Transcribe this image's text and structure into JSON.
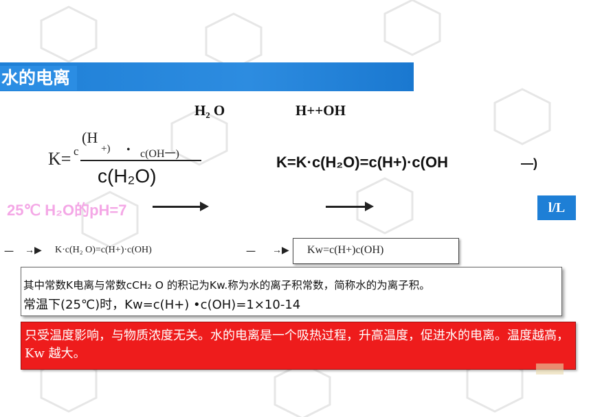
{
  "header": {
    "title": "水的电离"
  },
  "equation_top": {
    "left": "H₂  O",
    "right": "H++OH"
  },
  "k_fraction": {
    "k_prefix": "K=",
    "num_h": "(H",
    "num_c": "c",
    "num_plus": "+)",
    "num_dot": "•",
    "num_coh": "c(OH一)",
    "denominator": "c(H₂O)"
  },
  "k_expanded": {
    "main": "K=K·c(H₂O)=c(H+)·c(OH",
    "tail": "—)"
  },
  "ghost": {
    "ph_text": "25℃ H₂O的pH=7",
    "unit_text": "l/L"
  },
  "row": {
    "left_marker": "一",
    "left_text": "K·c(H₂  O)=c(H+)·c(OH)",
    "right_marker": "一",
    "kw_text": "Kw=c(H+)c(OH)"
  },
  "definition": {
    "line1": "其中常数K电离与常数cCH₂  O 的积记为Kw.称为水的离子积常数，简称水的为离子积。",
    "line2": "常温下(25℃)时，Kw=c(H+) •c(OH)=1×10-14"
  },
  "note": {
    "text": "只受温度影响，与物质浓度无关。水的电离是一个吸热过程，升高温度，促进水的电离。温度越高，Kw  越大。"
  },
  "colors": {
    "banner": "#2b8de3",
    "red_box": "#ee1c1c",
    "ghost_pink": "#f4a7e6"
  }
}
